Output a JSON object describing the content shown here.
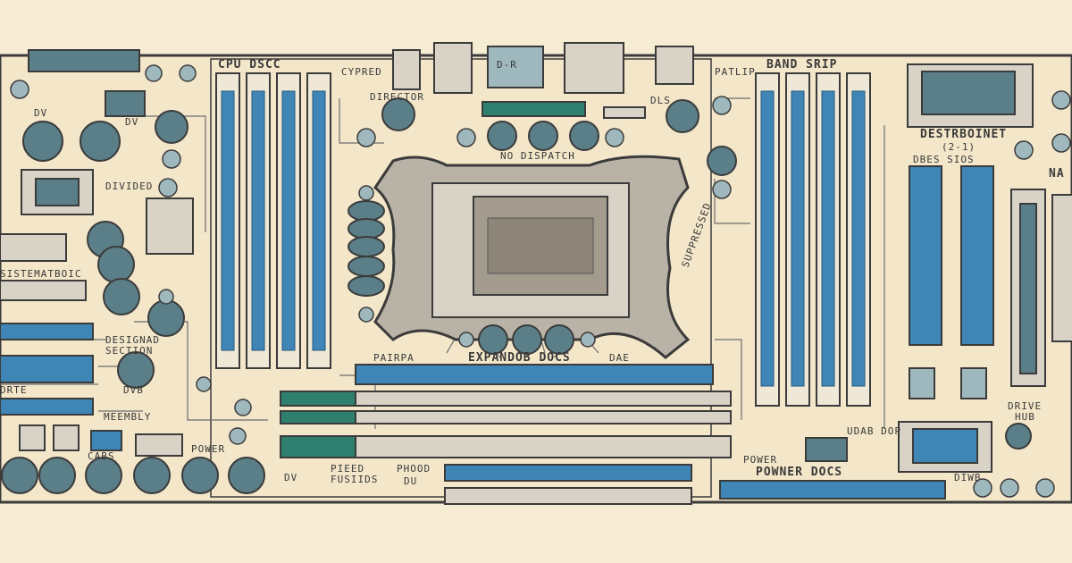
{
  "colors": {
    "background": "#f6ecd3",
    "board": "#f3e6c9",
    "outline": "#3b3b3b",
    "slot_blue": "#3f86b6",
    "slot_dark": "#24577a",
    "teal": "#2f7f6e",
    "cap": "#5b7f88",
    "cap_light": "#9fb8bd",
    "socket_gray": "#b9b3a7"
  },
  "icons": {
    "cpu": "cpu-socket-icon",
    "capacitor": "capacitor-icon",
    "chip": "chip-icon",
    "ram": "ram-slot-icon",
    "pcie": "expansion-slot-icon"
  },
  "labels": {
    "cpu_top": "CPU DSCC",
    "cpu_top2": "CYPRED",
    "io_top": "D-R",
    "left_top": "DV",
    "left_dv": "DV",
    "left_mid": "DIVIDED",
    "left_section_a": "SISTEMATBOIC",
    "left_section_b": "DESIGNAD",
    "left_section_c": "SECTION",
    "left_dvb": "DVB",
    "left_dr": "DRTE",
    "left_m": "MEEMBLY",
    "left_power": "POWER",
    "left_bottom_dv": "DV",
    "left_bottom_a": "PIEED",
    "left_bottom_b": "FUSIIDS",
    "left_cabs": "CABS",
    "center_top": "DIRECTOR",
    "center_dls": "DLS",
    "center_mid": "NO DISPATCH",
    "center_expansion": "EXPANDOB DOCS",
    "center_pair": "PAIRPA",
    "center_dae": "DAE",
    "center_bottom_a": "PHOOD",
    "center_bottom_b": "DU",
    "center_side": "SUPPRESSED",
    "right_top": "BAND SRIP",
    "right_top2": "PATLIP",
    "right_chip": "DESTRBOINET",
    "right_chip_sub": "(2-1)",
    "right_slots": "DBES SIOS",
    "right_na": "NA",
    "right_drive": "DRIVE",
    "right_hub": "HUB",
    "right_chipset": "UDAB DOP",
    "right_power": "POWER",
    "right_power_b": "POWNER DOCS",
    "right_bottom": "DIWB"
  }
}
